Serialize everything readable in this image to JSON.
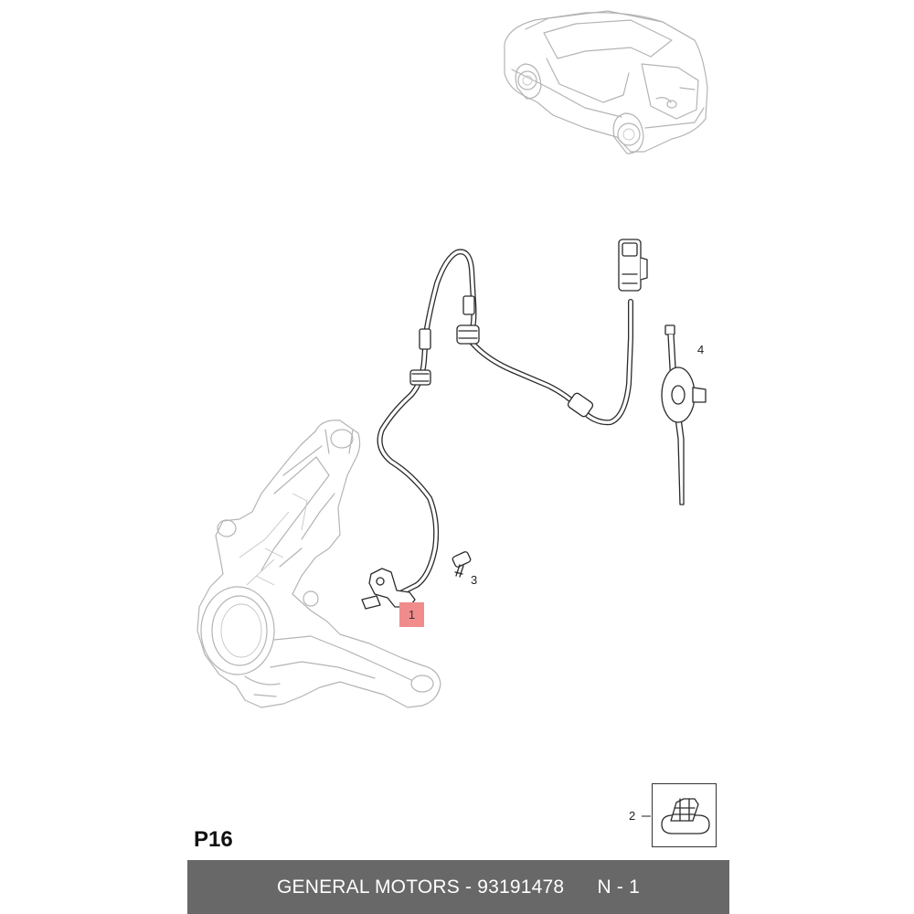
{
  "diagram": {
    "page_code": "P16",
    "callouts": {
      "part_1": "1",
      "part_2": "2",
      "part_3": "3",
      "part_4": "4"
    }
  },
  "footer": {
    "manufacturer": "GENERAL MOTORS",
    "separator": " - ",
    "part_number": "93191478",
    "quantity": "N - 1"
  },
  "colors": {
    "highlight": "#f08c8c",
    "footer_bar": "#686868",
    "line": "#2a2a2a",
    "ghost_line": "#b4b4b4"
  }
}
